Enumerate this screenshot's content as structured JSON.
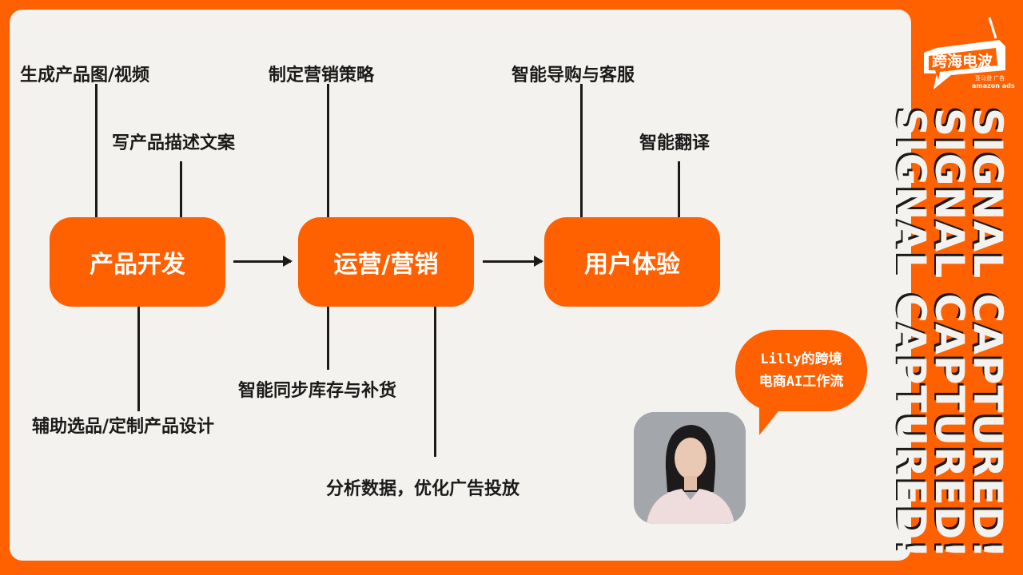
{
  "logo": {
    "title": "跨海电波",
    "sub1": "亚马逊 广告",
    "sub2": "amazon ads"
  },
  "nodes": [
    "产品开发",
    "运营/营销",
    "用户体验"
  ],
  "labels": {
    "product_top1": "生成产品图/视频",
    "product_top2": "写产品描述文案",
    "product_bottom": "辅助选品/定制产品设计",
    "ops_top": "制定营销策略",
    "ops_bottom1": "智能同步库存与补货",
    "ops_bottom2": "分析数据，优化广告投放",
    "ux_top1": "智能导购与客服",
    "ux_top2": "智能翻译"
  },
  "bubble": {
    "line1": "Lilly的跨境",
    "line2": "电商AI工作流"
  },
  "side_text": "SIGNAL   CAPTURED!",
  "colors": {
    "accent": "#ff6000",
    "panel": "#f4f2ee",
    "ink": "#1a1a1a"
  }
}
